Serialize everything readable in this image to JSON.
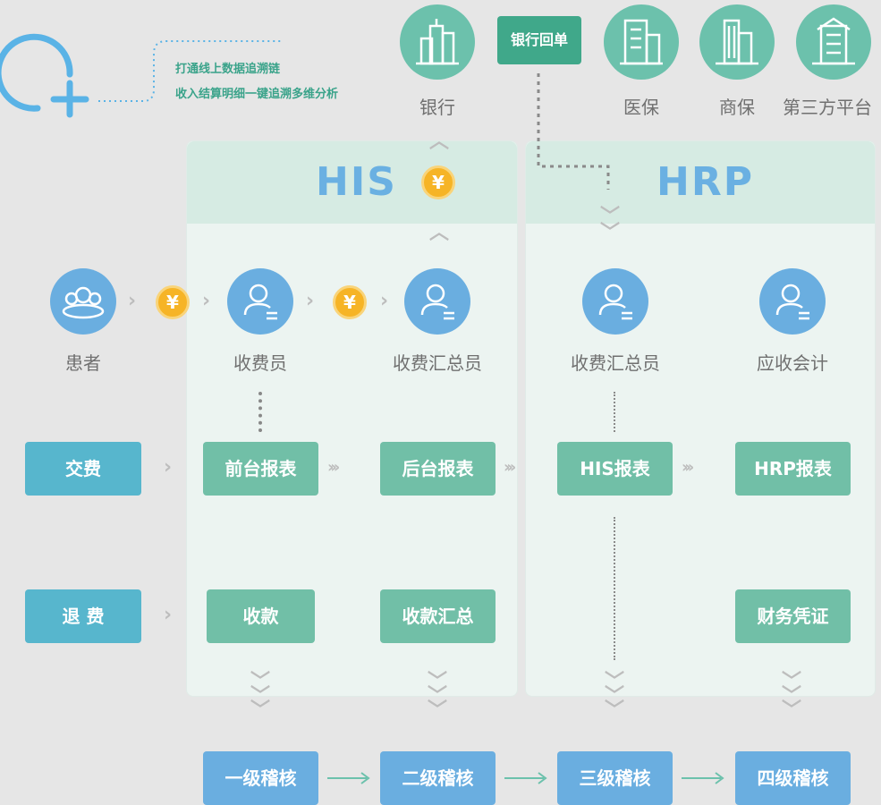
{
  "top_note": {
    "line1": "打通线上数据追溯链",
    "line2": "收入结算明细一键追溯多维分析"
  },
  "institutions": [
    {
      "label": "银行",
      "icon": "bank-building-icon"
    },
    {
      "label": "医保",
      "icon": "medical-insurance-building-icon"
    },
    {
      "label": "商保",
      "icon": "commercial-insurance-building-icon"
    },
    {
      "label": "第三方平台",
      "icon": "third-party-building-icon"
    }
  ],
  "bank_receipt": "银行回单",
  "panels": {
    "his": "HIS",
    "hrp": "HRP"
  },
  "roles": [
    "患者",
    "收费员",
    "收费汇总员",
    "收费汇总员",
    "应收会计"
  ],
  "rows": {
    "pay": {
      "label": "交费",
      "items": [
        "前台报表",
        "后台报表",
        "HIS报表",
        "HRP报表"
      ]
    },
    "refund": {
      "label": "退 费",
      "items": [
        "收款",
        "收款汇总",
        "财务凭证"
      ]
    }
  },
  "audits": [
    "一级稽核",
    "二级稽核",
    "三级稽核",
    "四级稽核"
  ],
  "coin_symbol": "¥",
  "colors": {
    "panel_bg": "#ecf4f1",
    "panel_head": "#d6ebe3",
    "green": "#71bfa7",
    "teal": "#57b6cd",
    "blue": "#6aaee0",
    "coin": "#f6b426",
    "title": "#6ab0e2"
  }
}
